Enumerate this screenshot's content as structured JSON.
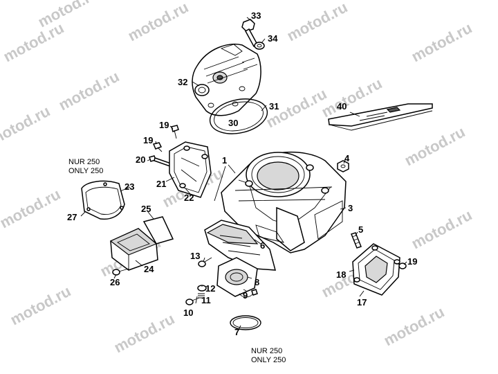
{
  "watermark": "motod.ru",
  "notes": {
    "reed_note_line1": "NUR 250",
    "reed_note_line2": "ONLY 250",
    "oring_note_line1": "NUR 250",
    "oring_note_line2": "ONLY 250"
  },
  "callouts": {
    "c1": "1",
    "c3": "3",
    "c4": "4",
    "c5": "5",
    "c6": "6",
    "c7": "7",
    "c8": "8",
    "c9": "9",
    "c10": "10",
    "c11": "11",
    "c12": "12",
    "c13": "13",
    "c17": "17",
    "c18": "18",
    "c19a": "19",
    "c19b": "19",
    "c19c": "19",
    "c20": "20",
    "c21": "21",
    "c22": "22",
    "c23": "23",
    "c24": "24",
    "c25": "25",
    "c26": "26",
    "c27": "27",
    "c30": "30",
    "c31": "31",
    "c32": "32",
    "c33": "33",
    "c34": "34",
    "c40": "40"
  }
}
